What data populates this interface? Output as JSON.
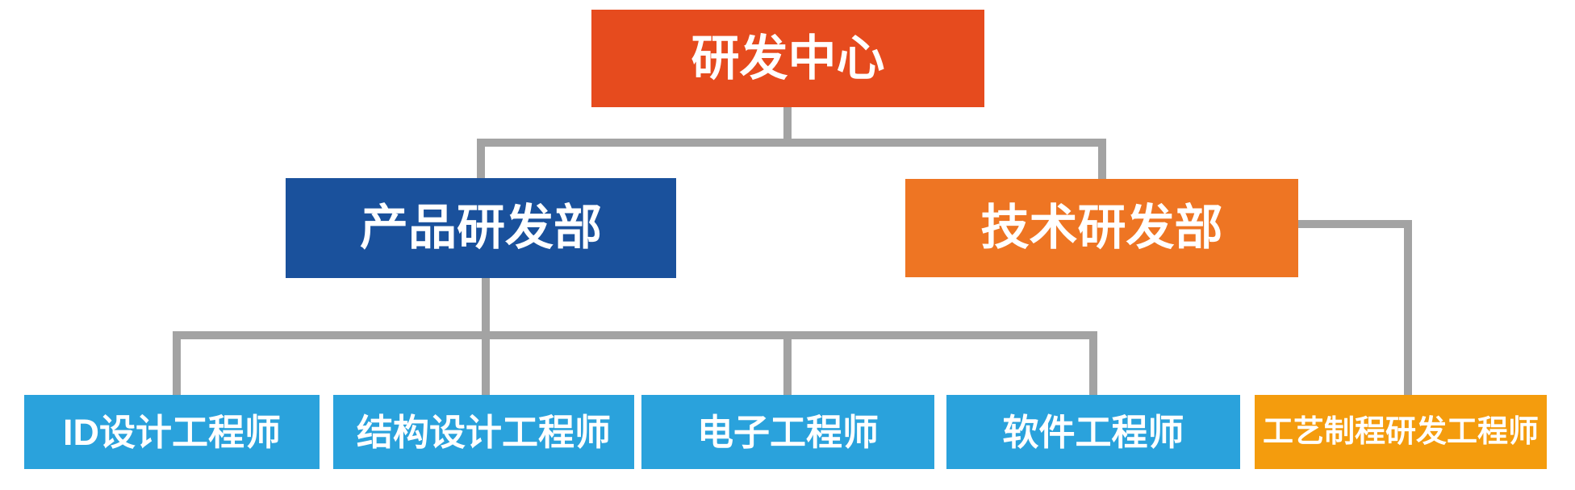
{
  "diagram": {
    "type": "org-chart",
    "root": {
      "id": "rd-center",
      "label": "研发中心"
    },
    "level2": [
      {
        "id": "product-rd-dept",
        "label": "产品研发部",
        "parent": "rd-center"
      },
      {
        "id": "tech-rd-dept",
        "label": "技术研发部",
        "parent": "rd-center"
      }
    ],
    "level3": [
      {
        "id": "id-design-engineer",
        "label": "ID设计工程师",
        "parent": "product-rd-dept"
      },
      {
        "id": "structure-design-engineer",
        "label": "结构设计工程师",
        "parent": "product-rd-dept"
      },
      {
        "id": "electronics-engineer",
        "label": "电子工程师",
        "parent": "product-rd-dept"
      },
      {
        "id": "software-engineer",
        "label": "软件工程师",
        "parent": "product-rd-dept"
      },
      {
        "id": "process-rd-engineer",
        "label": "工艺制程研发工程师",
        "parent": "tech-rd-dept"
      }
    ],
    "colors": {
      "root_box": "#E64B1E",
      "product_dept_box": "#1A519C",
      "tech_dept_box": "#EE7523",
      "engineer_box": "#2AA2DC",
      "process_engineer_box": "#F49C0D",
      "connector": "#A3A3A3",
      "text": "#FFFFFF"
    }
  }
}
